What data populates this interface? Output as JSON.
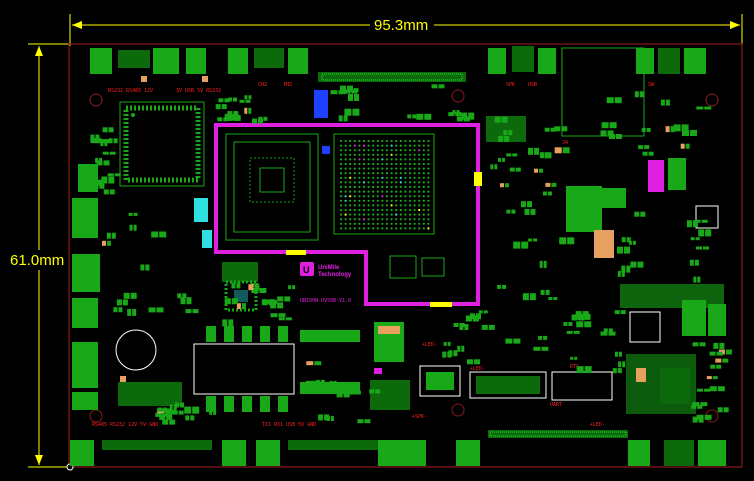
{
  "dimensions": {
    "width_label": "95.3mm",
    "height_label": "61.0mm"
  },
  "logo": {
    "line1": "UniMile",
    "line2": "Technology",
    "part": "UNI00N-DV50B-V1.0"
  },
  "silkscreen": {
    "top_left_1": "RS232 RS485 12V",
    "top_left_2": "3V USB 5V RS232",
    "top_mid_1": "CH2",
    "top_mid_2": "MIC",
    "top_right_1": "SPK",
    "top_right_2": "USB",
    "right_top": "J4",
    "sw": "SW",
    "bottom_left": "RS485 RS232 12V 5V GND",
    "bottom_mid": "TX1 RX1 USB 5V GND",
    "bottom_mid2": "+LED-",
    "bottom_right": "+LED-",
    "spk": "+SPK-",
    "led_mid": "+LED-",
    "rtc": "RTC",
    "uart": "UART"
  },
  "colors": {
    "background": "#000000",
    "outline": "#8b1a1a",
    "copper": "#18a818",
    "copper_dark": "#0c6a0c",
    "magenta": "#e020e0",
    "dimension": "#ffff00",
    "silk": "#ff2020",
    "cyan": "#30e0e0",
    "blue": "#1e40ff"
  }
}
